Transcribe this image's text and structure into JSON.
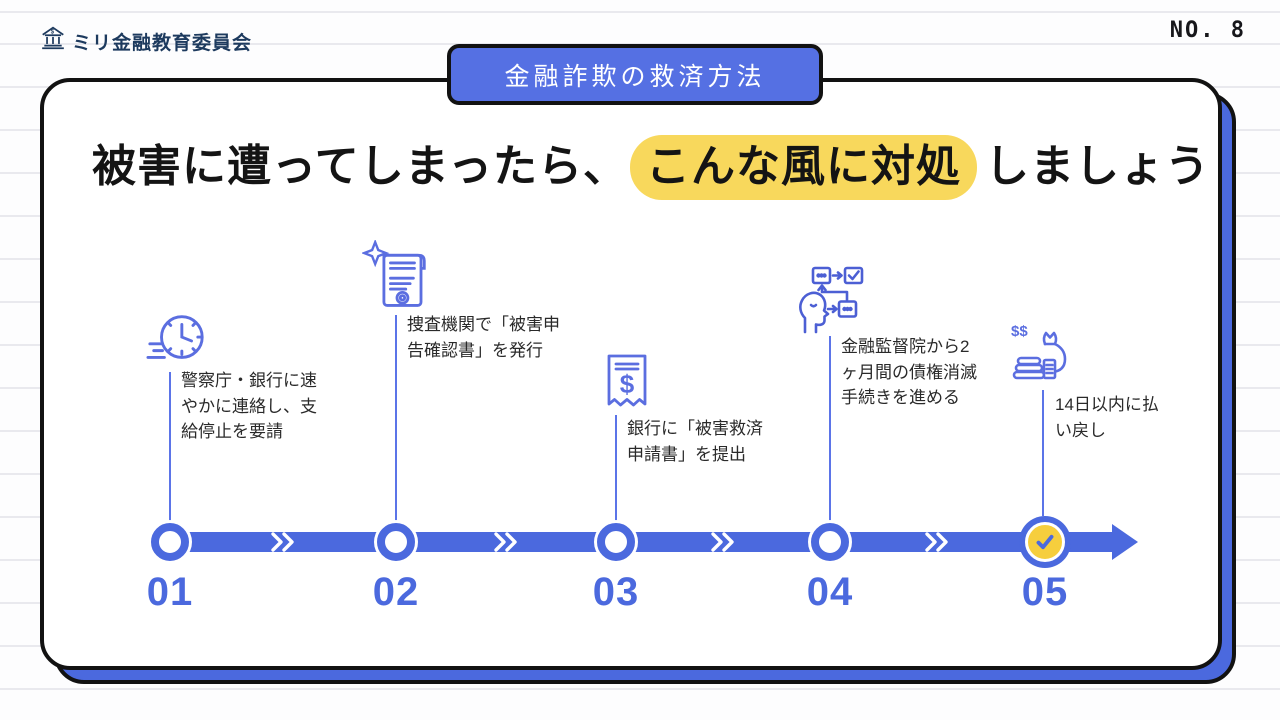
{
  "header": {
    "logo_text": "ミリ金融教育委員会",
    "logo_icon": "bank-icon",
    "page_number": "NO. 8"
  },
  "badge": {
    "label": "金融詐欺の救済方法"
  },
  "title": {
    "pre": "被害に遭ってしまったら、",
    "highlight": "こんな風に対処",
    "post": "しましょう"
  },
  "timeline": {
    "steps": [
      {
        "number": "01",
        "icon": "clock-icon",
        "description": "警察庁・銀行に速\nやかに連絡し、支\n給停止を要請"
      },
      {
        "number": "02",
        "icon": "certificate-icon",
        "description": "捜査機関で「被害申\n告確認書」を発行"
      },
      {
        "number": "03",
        "icon": "receipt-icon",
        "description": "銀行に「被害救済\n申請書」を提出"
      },
      {
        "number": "04",
        "icon": "workflow-icon",
        "description": "金融監督院から2\nヶ月間の債権消滅\n手続きを進める"
      },
      {
        "number": "05",
        "icon": "money-bag-icon",
        "description": "14日以内に払\nい戻し",
        "status": "completed"
      }
    ]
  },
  "colors": {
    "accent_blue": "#4B69DE",
    "badge_blue": "#5570E3",
    "icon_blue": "#5B6EE0",
    "highlight_yellow": "#F8D85C",
    "check_yellow": "#F6CE3D",
    "logo_navy": "#1D3A5E"
  }
}
